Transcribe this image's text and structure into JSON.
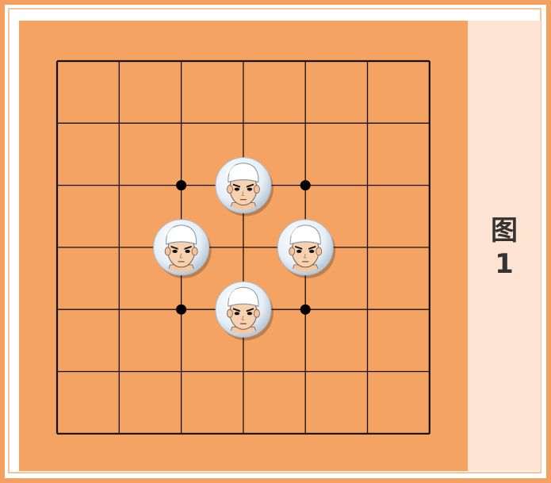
{
  "figure": {
    "caption_char": "图",
    "caption_number": "1"
  },
  "board": {
    "size": 7,
    "line_color": "#111111",
    "board_color": "#f4a363",
    "star_points": [
      [
        2,
        2
      ],
      [
        4,
        2
      ],
      [
        2,
        4
      ],
      [
        4,
        4
      ]
    ],
    "stones": [
      {
        "col": 3,
        "row": 2,
        "icon": "character-face-icon"
      },
      {
        "col": 2,
        "row": 3,
        "icon": "character-face-icon"
      },
      {
        "col": 4,
        "row": 3,
        "icon": "character-face-icon"
      },
      {
        "col": 3,
        "row": 4,
        "icon": "character-face-icon"
      }
    ]
  }
}
